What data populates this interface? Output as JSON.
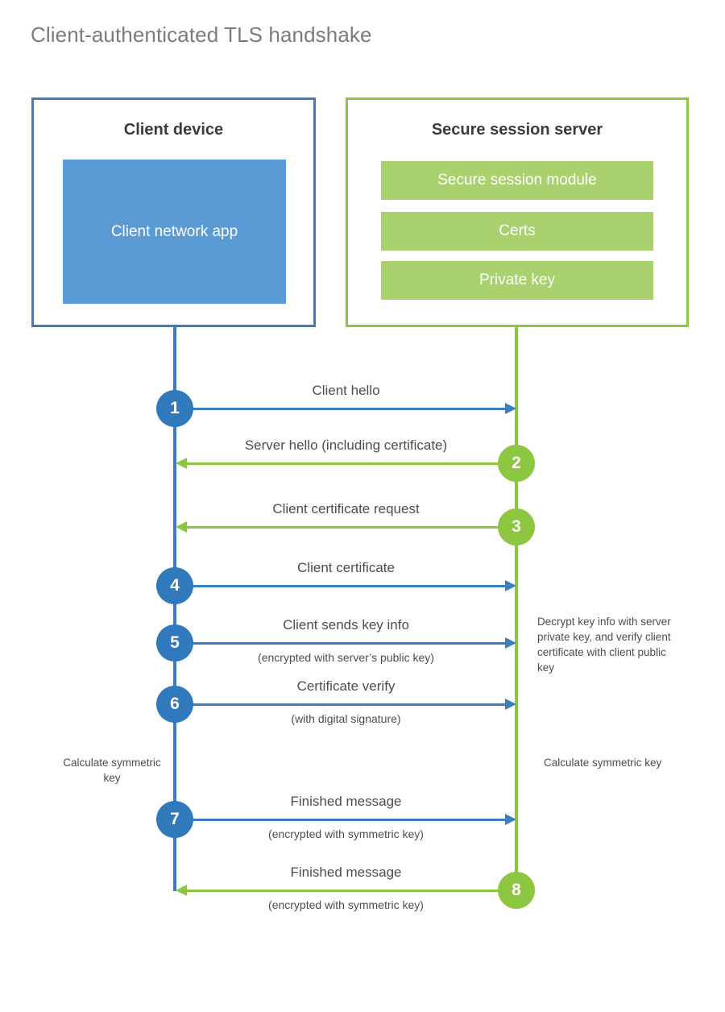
{
  "title": "Client-authenticated TLS handshake",
  "colors": {
    "client_blue": "#3a7ebf",
    "client_badge_blue": "#3079bc",
    "client_app_fill": "#5b9bd5",
    "server_green": "#8dc641",
    "server_module_fill": "#a9d26f",
    "title_gray": "#7b7b7b",
    "text_gray": "#4d4d4d",
    "heading_dark": "#3b3b3b",
    "background": "#ffffff"
  },
  "actors": {
    "client": {
      "title": "Client device",
      "app_label": "Client network app"
    },
    "server": {
      "title": "Secure session server",
      "modules": [
        "Secure session module",
        "Certs",
        "Private key"
      ]
    }
  },
  "messages": [
    {
      "step": "1",
      "label": "Client hello",
      "sublabel": "",
      "direction": "client-to-server",
      "badge_side": "client"
    },
    {
      "step": "2",
      "label": "Server hello (including certificate)",
      "sublabel": "",
      "direction": "server-to-client",
      "badge_side": "server"
    },
    {
      "step": "3",
      "label": "Client certificate request",
      "sublabel": "",
      "direction": "server-to-client",
      "badge_side": "server"
    },
    {
      "step": "4",
      "label": "Client certificate",
      "sublabel": "",
      "direction": "client-to-server",
      "badge_side": "client"
    },
    {
      "step": "5",
      "label": "Client sends key info",
      "sublabel": "(encrypted with server’s public key)",
      "direction": "client-to-server",
      "badge_side": "client"
    },
    {
      "step": "6",
      "label": "Certificate verify",
      "sublabel": "(with digital signature)",
      "direction": "client-to-server",
      "badge_side": "client"
    },
    {
      "step": "7",
      "label": "Finished message",
      "sublabel": "(encrypted with symmetric key)",
      "direction": "client-to-server",
      "badge_side": "client"
    },
    {
      "step": "8",
      "label": "Finished message",
      "sublabel": "(encrypted with symmetric key)",
      "direction": "server-to-client",
      "badge_side": "server"
    }
  ],
  "annotations": {
    "server_decrypt": "Decrypt key info with server private key, and verify client certificate with client public key",
    "client_calculate": "Calculate symmetric key",
    "server_calculate": "Calculate symmetric key"
  }
}
